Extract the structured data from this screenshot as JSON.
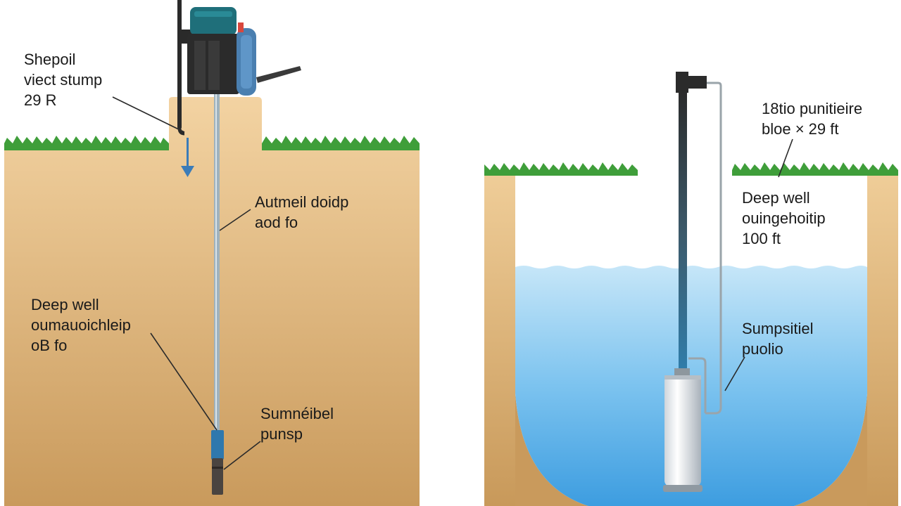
{
  "left_panel": {
    "surface_pump_label": {
      "lines": [
        "Shepoil",
        "viect stump",
        "29 R"
      ]
    },
    "middle_label": {
      "lines": [
        "Autmeil doidp",
        "aod fo"
      ]
    },
    "deep_well_label": {
      "lines": [
        "Deep well",
        "oumauoichleip",
        "oB fo"
      ]
    },
    "submersible_label": {
      "lines": [
        "Sumnéibel",
        "punsp"
      ]
    }
  },
  "right_panel": {
    "top_label": {
      "lines": [
        "18tio punitieire",
        "bloe × 29 ft"
      ]
    },
    "deep_well_label": {
      "lines": [
        "Deep well",
        "ouingehoitip",
        "100 ft"
      ]
    },
    "submersible_label": {
      "lines": [
        "Sumpsitiel",
        "puolio"
      ]
    }
  },
  "colors": {
    "soil_top": "#f2cf9c",
    "soil_bottom": "#c99a5c",
    "grass": "#3f9e3a",
    "water_top": "#bfe3f7",
    "water_bottom": "#3f9fe2",
    "pump_housing": "#1f6f7a",
    "pipe": "#333333"
  }
}
